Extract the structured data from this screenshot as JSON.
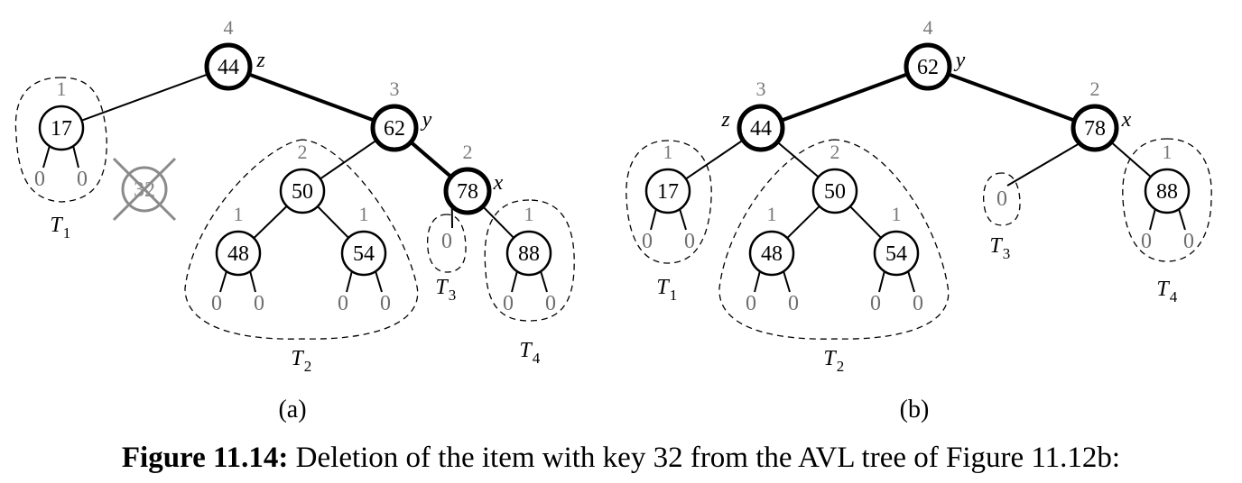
{
  "panels": [
    {
      "label": "(a)",
      "nodes": {
        "n44": {
          "key": "44",
          "height": "4",
          "tag": "z"
        },
        "n17": {
          "key": "17",
          "height": "1",
          "tag": ""
        },
        "n32": {
          "key": "32",
          "height": "",
          "tag": ""
        },
        "n62": {
          "key": "62",
          "height": "3",
          "tag": "y"
        },
        "n50": {
          "key": "50",
          "height": "2",
          "tag": ""
        },
        "n78": {
          "key": "78",
          "height": "2",
          "tag": "x"
        },
        "n48": {
          "key": "48",
          "height": "1",
          "tag": ""
        },
        "n54": {
          "key": "54",
          "height": "1",
          "tag": ""
        },
        "n88": {
          "key": "88",
          "height": "1",
          "tag": ""
        }
      },
      "leaf_value": "0",
      "subtrees": [
        {
          "name": "T",
          "sub": "1"
        },
        {
          "name": "T",
          "sub": "2"
        },
        {
          "name": "T",
          "sub": "3"
        },
        {
          "name": "T",
          "sub": "4"
        }
      ]
    },
    {
      "label": "(b)",
      "nodes": {
        "n62": {
          "key": "62",
          "height": "4",
          "tag": "y"
        },
        "n44": {
          "key": "44",
          "height": "3",
          "tag": "z"
        },
        "n78": {
          "key": "78",
          "height": "2",
          "tag": "x"
        },
        "n17": {
          "key": "17",
          "height": "1",
          "tag": ""
        },
        "n50": {
          "key": "50",
          "height": "2",
          "tag": ""
        },
        "n48": {
          "key": "48",
          "height": "1",
          "tag": ""
        },
        "n54": {
          "key": "54",
          "height": "1",
          "tag": ""
        },
        "n88": {
          "key": "88",
          "height": "1",
          "tag": ""
        }
      },
      "leaf_value": "0",
      "subtrees": [
        {
          "name": "T",
          "sub": "1"
        },
        {
          "name": "T",
          "sub": "2"
        },
        {
          "name": "T",
          "sub": "3"
        },
        {
          "name": "T",
          "sub": "4"
        }
      ]
    }
  ],
  "caption": {
    "bold": "Figure 11.14:",
    "text": "Deletion of the item with key 32 from the AVL tree of Figure 11.12b:"
  }
}
